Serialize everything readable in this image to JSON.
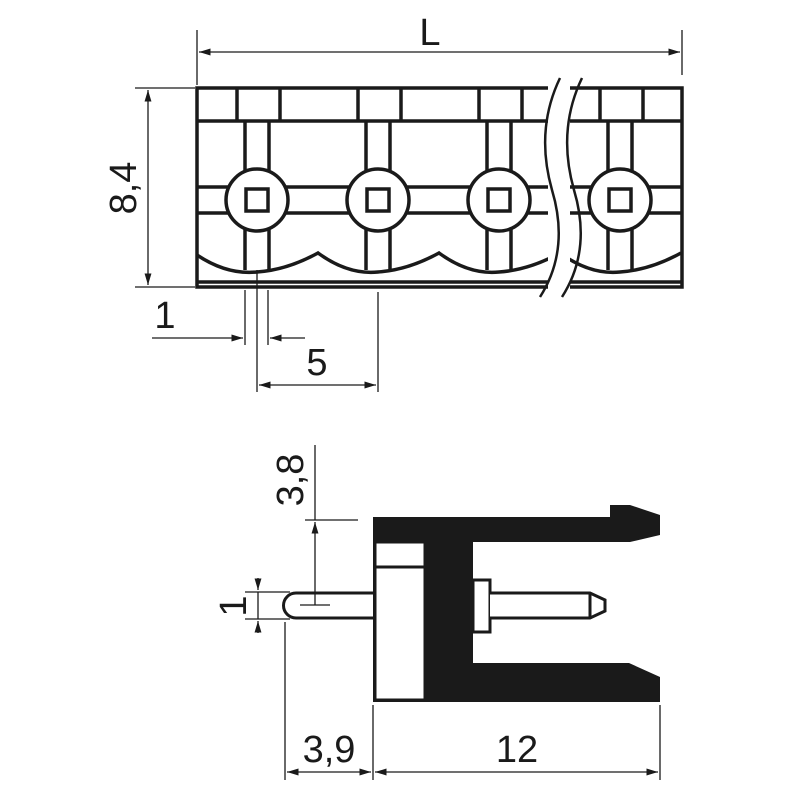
{
  "dimensions": {
    "length": "L",
    "height": "8,4",
    "pin_width": "1",
    "pitch": "5",
    "pin_offset_top": "3,8",
    "pin_thickness": "1",
    "pin_length": "3,9",
    "body_depth": "12"
  },
  "colors": {
    "ink": "#1a1a1a",
    "background": "#ffffff"
  },
  "pins_shown": 4
}
